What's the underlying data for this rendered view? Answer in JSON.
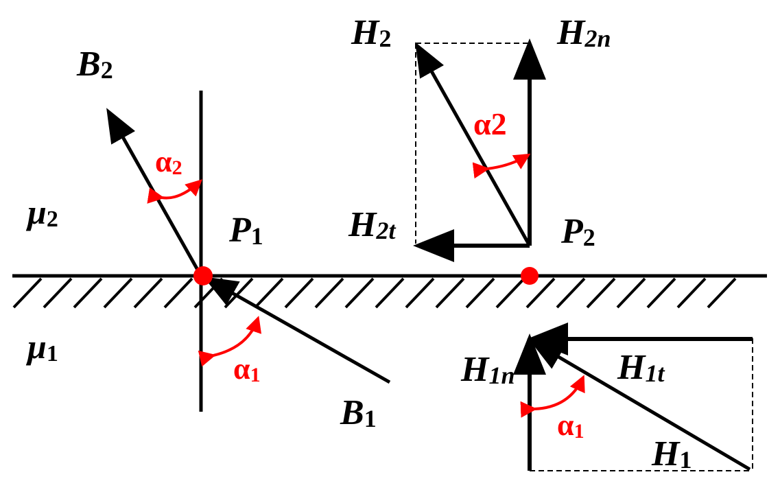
{
  "colors": {
    "ink": "#000000",
    "accent": "#ff0000",
    "background": "#ffffff"
  },
  "labels": {
    "b2": {
      "main": "B",
      "sub": "2"
    },
    "b1": {
      "main": "B",
      "sub": "1"
    },
    "mu2": {
      "main": "μ",
      "sub": "2"
    },
    "mu1": {
      "main": "μ",
      "sub": "1"
    },
    "p1": {
      "main": "P",
      "sub": "1"
    },
    "p2": {
      "main": "P",
      "sub": "2"
    },
    "h2": {
      "main": "H",
      "sub": "2"
    },
    "h2n": {
      "main": "H",
      "sub": "2n"
    },
    "h2t": {
      "main": "H",
      "sub": "2t"
    },
    "h1": {
      "main": "H",
      "sub": "1"
    },
    "h1n": {
      "main": "H",
      "sub": "1n"
    },
    "h1t": {
      "main": "H",
      "sub": "1t"
    }
  },
  "angles": {
    "alpha2_left": {
      "main": "α",
      "sub": "2"
    },
    "alpha1_left": {
      "main": "α",
      "sub": "1"
    },
    "alpha2_right": {
      "main": "α2"
    },
    "alpha1_right": {
      "main": "α",
      "sub": "1"
    }
  }
}
